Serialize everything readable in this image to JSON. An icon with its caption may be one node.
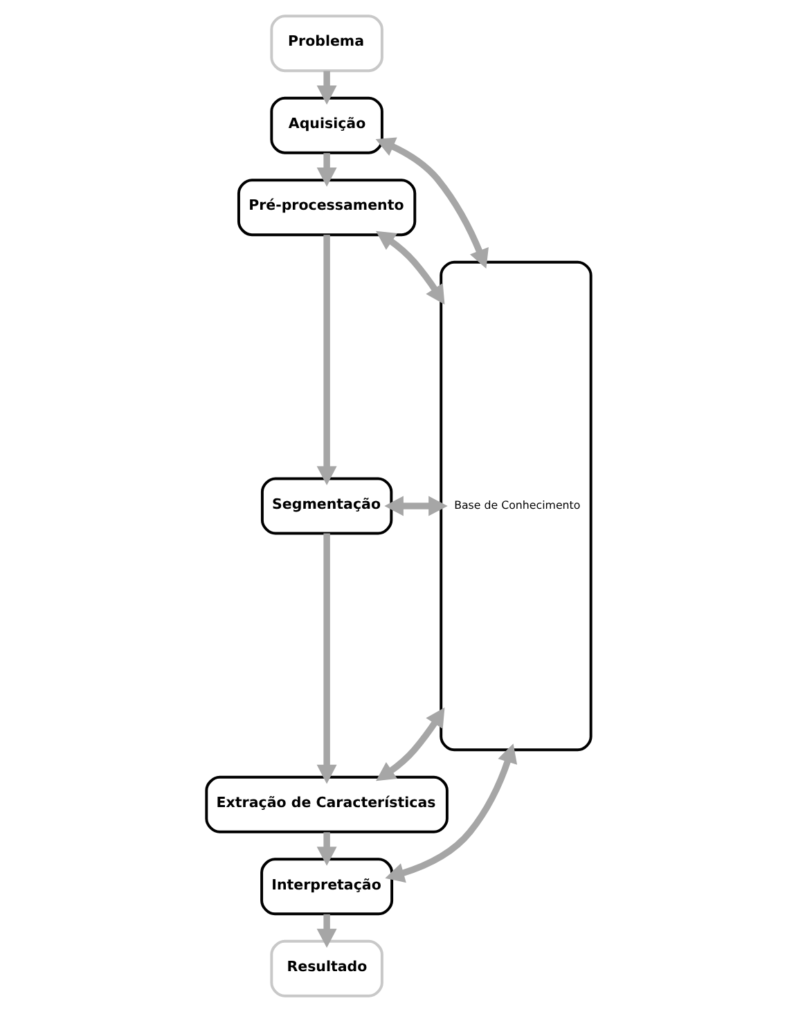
{
  "diagram": {
    "nodes": [
      {
        "text": [
          "Problema"
        ]
      },
      {
        "text": [
          "Aquisição"
        ]
      },
      {
        "text": [
          "Pré-processamento"
        ]
      },
      {
        "text": [
          "Segmentação"
        ]
      },
      {
        "text": [
          "Extração de Características"
        ]
      },
      {
        "text": [
          "Interpretação"
        ]
      },
      {
        "text": [
          "Resultado"
        ]
      },
      {
        "text": [
          "Base de Conhecimento"
        ]
      }
    ],
    "edges": [
      {
        "from": 0,
        "to": 1,
        "arrow": "to"
      },
      {
        "from": 1,
        "to": 2,
        "arrow": "to"
      },
      {
        "from": 2,
        "to": 3,
        "arrow": "to"
      },
      {
        "from": 3,
        "to": 4,
        "arrow": "to"
      },
      {
        "from": 4,
        "to": 5,
        "arrow": "to"
      },
      {
        "from": 5,
        "to": 6,
        "arrow": "to"
      },
      {
        "from": 1,
        "to": 7,
        "arrow": "both"
      },
      {
        "from": 2,
        "to": 7,
        "arrow": "both"
      },
      {
        "from": 3,
        "to": 7,
        "arrow": "both"
      },
      {
        "from": 4,
        "to": 7,
        "arrow": "both"
      },
      {
        "from": 5,
        "to": 7,
        "arrow": "both"
      }
    ]
  }
}
